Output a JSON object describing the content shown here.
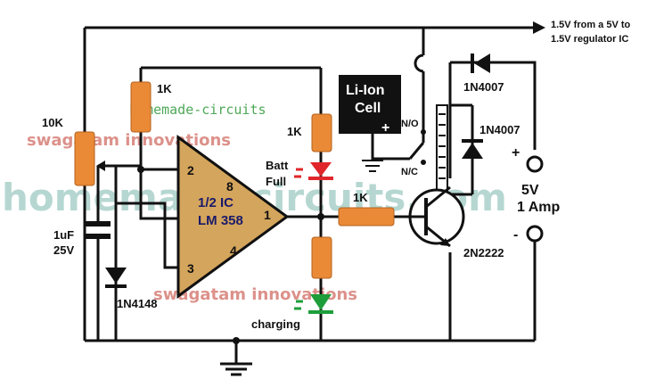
{
  "labels": {
    "output_note_line1": "1.5V from a 5V to",
    "output_note_line2": "1.5V regulator IC",
    "r_top": "1K",
    "pot": "10K",
    "r_led": "1K",
    "batt_full_line1": "Batt",
    "batt_full_line2": "Full",
    "r_base": "1K",
    "cap_line1": "1uF",
    "cap_line2": "25V",
    "diode_small": "1N4148",
    "charging": "charging",
    "battery_line1": "Li-Ion",
    "battery_line2": "Cell",
    "relay_no": "N/O",
    "relay_nc": "N/C",
    "diode_top": "1N4007",
    "diode_relay": "1N4007",
    "transistor": "2N2222",
    "supply_line1": "5V",
    "supply_line2": "1 Amp",
    "plus": "+",
    "minus": "-",
    "ic_line1": "1/2 IC",
    "ic_line2": "LM 358",
    "pin2": "2",
    "pin3": "3",
    "pin8": "8",
    "pin4": "4",
    "pin1": "1",
    "battery_plus": "+"
  },
  "watermarks": {
    "main": "homemade-circuits.com",
    "small": "homemade-circuits",
    "red1": "swagatam innovations",
    "red2": "swagatam innovations"
  },
  "colors": {
    "resistor": "#ea8a37",
    "opamp": "#d4a55c",
    "led_red": "#e0262b",
    "led_green": "#1e9e3a",
    "battery": "#111111",
    "wire": "#111111"
  }
}
